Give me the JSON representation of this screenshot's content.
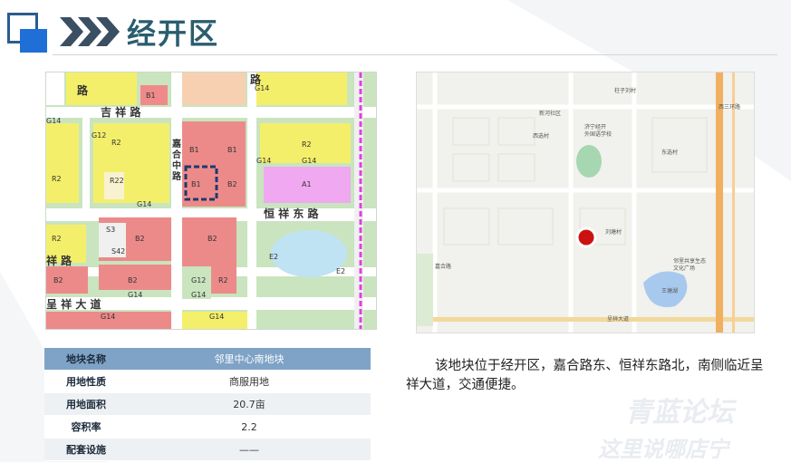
{
  "header": {
    "title": "经开区"
  },
  "table": {
    "rows": [
      {
        "label": "地块名称",
        "value": "邻里中心南地块"
      },
      {
        "label": "用地性质",
        "value": "商服用地"
      },
      {
        "label": "用地面积",
        "value": "20.7亩"
      },
      {
        "label": "容积率",
        "value": "2.2"
      },
      {
        "label": "配套设施",
        "value": "——"
      }
    ]
  },
  "description": "该地块位于经开区，嘉合路东、恒祥东路北，南侧临近呈祥大道，交通便捷。",
  "plan_map": {
    "road_labels": [
      "吉祥路",
      "嘉合中路",
      "恒祥东路",
      "祥路",
      "呈祥大道",
      "路"
    ],
    "zone_codes": [
      "G14",
      "B1",
      "R2",
      "G12",
      "R22",
      "S3",
      "S42",
      "A1",
      "E2",
      "B2"
    ]
  },
  "location_map": {
    "labels": [
      "柱子刘村",
      "新河社区",
      "济宁经开外国语学校",
      "西选村",
      "东选村",
      "刘塘村",
      "邻里共享生态文化广场",
      "呈祥大道",
      "嘉合路",
      "西三环路",
      "王塘湖"
    ]
  },
  "watermark": {
    "line1": "青蓝论坛",
    "line2": "这里说哪店宁"
  },
  "colors": {
    "accent_blue": "#1f6fd6",
    "table_header": "#7ea3c6",
    "title_color": "#2a5d6e",
    "marker_red": "#cc1111"
  }
}
